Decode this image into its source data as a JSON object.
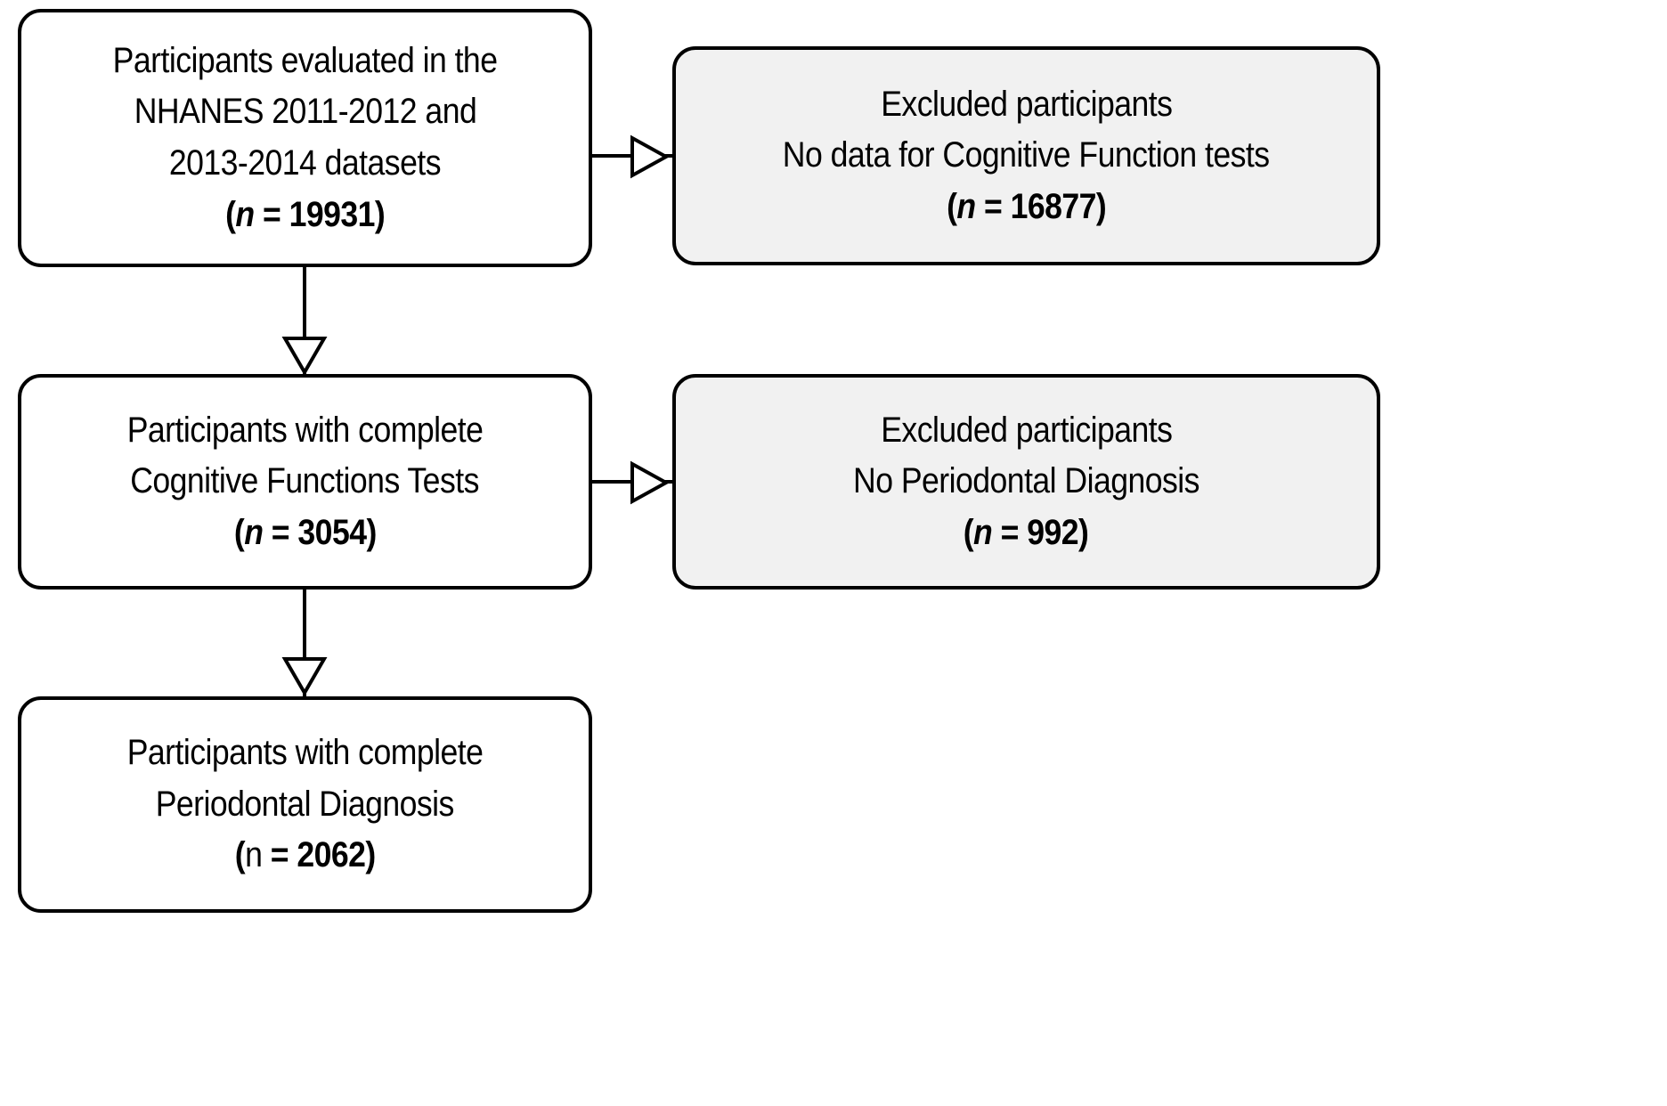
{
  "diagram": {
    "title": "NHANES participant selection flowchart",
    "colors": {
      "border": "#000000",
      "included_fill": "#ffffff",
      "excluded_fill": "#f1f1f1",
      "text": "#000000"
    },
    "nodes": {
      "included_1": {
        "line1": "Participants evaluated in the",
        "line2": "NHANES 2011-2012 and",
        "line3": "2013-2014 datasets",
        "count_open": "(",
        "count_var": "n",
        "count_eq": " = ",
        "count_value": "19931",
        "count_close": ")"
      },
      "included_2": {
        "line1": "Participants with complete",
        "line2": "Cognitive Functions Tests",
        "line3": "",
        "count_open": "(",
        "count_var": "n",
        "count_eq": " = ",
        "count_value": "3054",
        "count_close": ")"
      },
      "included_3": {
        "line1": "Participants with complete",
        "line2": "Periodontal Diagnosis",
        "line3": "",
        "count_open": "(",
        "count_var": "n",
        "count_eq": " = ",
        "count_value": "2062",
        "count_close": ")"
      },
      "excluded_1": {
        "line1": "Excluded participants",
        "line2": "No data for Cognitive Function tests",
        "line3": "",
        "count_open": "(",
        "count_var": "n",
        "count_eq": " = ",
        "count_value": "16877",
        "count_close": ")"
      },
      "excluded_2": {
        "line1": "Excluded participants",
        "line2": "No Periodontal Diagnosis",
        "line3": "",
        "count_open": "(",
        "count_var": "n",
        "count_eq": " = ",
        "count_value": "992",
        "count_close": ")"
      }
    },
    "connectors": {
      "box1_to_box2": "vertical-arrow-down",
      "box2_to_box3": "vertical-arrow-down",
      "box1_to_excluded1": "horizontal-arrow-right",
      "box2_to_excluded2": "horizontal-arrow-right"
    }
  }
}
